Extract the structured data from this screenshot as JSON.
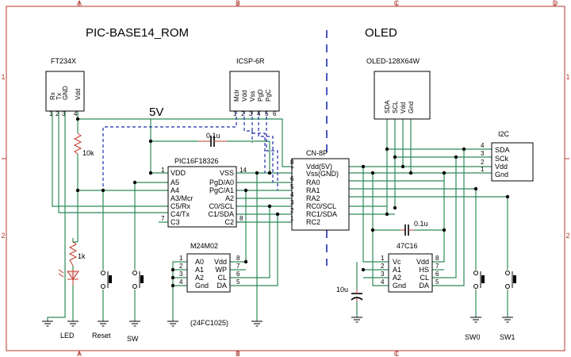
{
  "zones": {
    "cols": [
      "A",
      "B",
      "C",
      "D"
    ],
    "rows": [
      "1",
      "2"
    ]
  },
  "titles": {
    "left": "PIC-BASE14_ROM",
    "right": "OLED"
  },
  "supply": {
    "label": "5V"
  },
  "parts": {
    "ft234x": {
      "ref": "FT234X",
      "pins": [
        "Rx",
        "Tx",
        "GND",
        "Vdd"
      ],
      "pinnums": [
        "1",
        "2",
        "3",
        "4"
      ]
    },
    "icsp": {
      "ref": "ICSP-6R",
      "pins": [
        "Mclr",
        "Vdd",
        "Vss",
        "PgD",
        "PgC"
      ],
      "pinnums": [
        "1",
        "2",
        "3",
        "4",
        "5",
        "6"
      ]
    },
    "oled": {
      "ref": "OLED-128X64W",
      "pins": [
        "SDA",
        "SCL",
        "Vdd",
        "Gnd"
      ]
    },
    "i2c": {
      "ref": "I2C",
      "pins": [
        "SDA",
        "SCk",
        "Vdd",
        "Gnd"
      ],
      "pinnums": [
        "4",
        "3",
        "2",
        "1"
      ]
    },
    "pic": {
      "ref": "PIC16F18326",
      "left": [
        "VDD",
        "A5",
        "A4",
        "A3/Mcr",
        "C5/Rx",
        "C4/Tx",
        "C3"
      ],
      "right": [
        "VSS",
        "PgD/A0",
        "PgC/A1",
        "A2",
        "C0/SCL",
        "C1/SDA",
        "C2"
      ],
      "leftnums": [
        "1",
        "",
        "",
        "",
        "",
        "",
        "7"
      ],
      "rightnums": [
        "14",
        "",
        "",
        "",
        "",
        "",
        "8"
      ]
    },
    "cn": {
      "ref": "CN-8P",
      "pins": [
        "Vdd(5V)",
        "Vss(GND)",
        "RA0",
        "RA1",
        "RA2",
        "RC0/SCL",
        "RC1/SDA",
        "RC2"
      ],
      "pinnums": [
        "8",
        "7",
        "6",
        "5",
        "4",
        "3",
        "2",
        "1"
      ]
    },
    "m24": {
      "ref": "M24M02",
      "sub": "(24FC1025)",
      "left": [
        "A0",
        "A1",
        "A2",
        "Gnd"
      ],
      "right": [
        "Vdd",
        "WP",
        "CL",
        "DA"
      ],
      "leftnums": [
        "1",
        "2",
        "3",
        "4"
      ],
      "rightnums": [
        "8",
        "7",
        "6",
        "5"
      ]
    },
    "c47": {
      "ref": "47C16",
      "left": [
        "Vc",
        "A1",
        "A2",
        "Gnd"
      ],
      "right": [
        "Vdd",
        "HS",
        "CL",
        "DA"
      ],
      "leftnums": [
        "1",
        "2",
        "3",
        "4"
      ],
      "rightnums": [
        "8",
        "7",
        "6",
        "5"
      ]
    }
  },
  "values": {
    "cap1": "0.1u",
    "cap2": "0.1u",
    "cap3": "10u",
    "r1": "10k",
    "r2": "1k"
  },
  "bottom": {
    "led": "LED",
    "reset": "Reset",
    "sw": "SW",
    "sw0": "SW0",
    "sw1": "SW1"
  }
}
